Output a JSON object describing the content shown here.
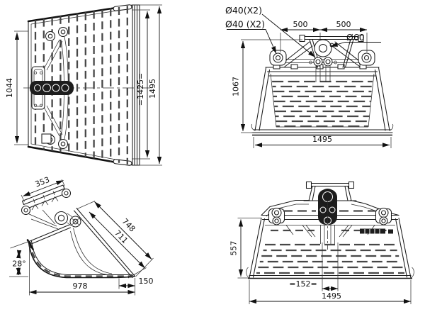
{
  "colors": {
    "line": "#1a1a1a",
    "background": "#ffffff",
    "slot_dash": "#474747"
  },
  "top_view": {
    "dim_depth": "1044",
    "dim_width_inner": "=1425=",
    "dim_width_total": "1495"
  },
  "front_view": {
    "label_pin_top": "Ø40(X2)",
    "label_pin_bottom": "Ø40 (X2)",
    "label_boss": "Ø60",
    "dim_pin_left": "500",
    "dim_pin_right": "500",
    "dim_height": "1067",
    "dim_width": "1495"
  },
  "side_view": {
    "dim_bracket": "353",
    "dim_back_outer": "748",
    "dim_back_inner": "711",
    "dim_angle": "28°",
    "dim_floor": "978",
    "dim_heel": "150"
  },
  "rear_view": {
    "dim_height": "557",
    "dim_center": "=152=",
    "dim_width": "1495"
  }
}
